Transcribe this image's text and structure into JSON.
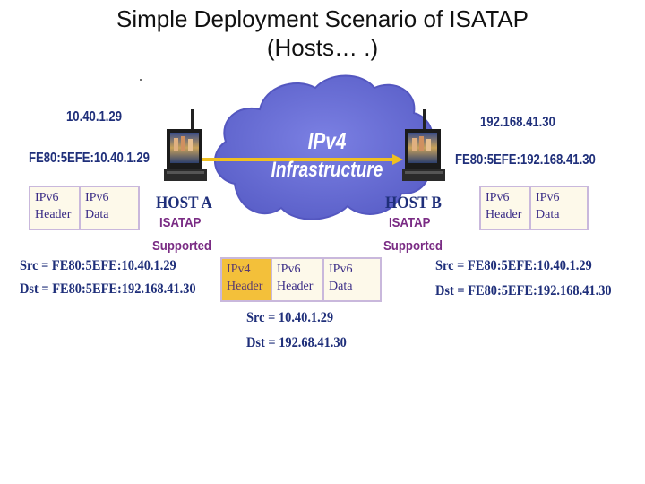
{
  "title": {
    "line1": "Simple Deployment Scenario of ISATAP",
    "line2": "(Hosts… .)"
  },
  "cloud": {
    "line1": "IPv4",
    "line2": "Infrastructure"
  },
  "host_a": {
    "ipv4": "10.40.1.29",
    "link_local": "FE80:5EFE:10.40.1.29",
    "name": "HOST A",
    "isatap": "ISATAP",
    "supported": "Supported",
    "packet": [
      {
        "l1": "IPv6",
        "l2": "Header"
      },
      {
        "l1": "IPv6",
        "l2": "Data"
      }
    ],
    "src": "Src = FE80:5EFE:10.40.1.29",
    "dst": "Dst = FE80:5EFE:192.168.41.30"
  },
  "host_b": {
    "ipv4": "192.168.41.30",
    "link_local": "FE80:5EFE:192.168.41.30",
    "name": "HOST B",
    "isatap": "ISATAP",
    "supported": "Supported",
    "packet": [
      {
        "l1": "IPv6",
        "l2": "Header"
      },
      {
        "l1": "IPv6",
        "l2": "Data"
      }
    ],
    "src": "Src = FE80:5EFE:10.40.1.29",
    "dst": "Dst = FE80:5EFE:192.168.41.30"
  },
  "tunnel_packet": {
    "cells": [
      {
        "l1": "IPv4",
        "l2": "Header"
      },
      {
        "l1": "IPv6",
        "l2": "Header"
      },
      {
        "l1": "IPv6",
        "l2": "Data"
      }
    ],
    "src": "Src = 10.40.1.29",
    "dst": "Dst = 192.68.41.30"
  },
  "colors": {
    "label_blue": "#1f2f7a",
    "isatap_purple": "#7a2c84",
    "cloud_fill": "#6d72d6",
    "arrow_yellow": "#f0c020",
    "ipv4_header": "#f3c03a"
  }
}
